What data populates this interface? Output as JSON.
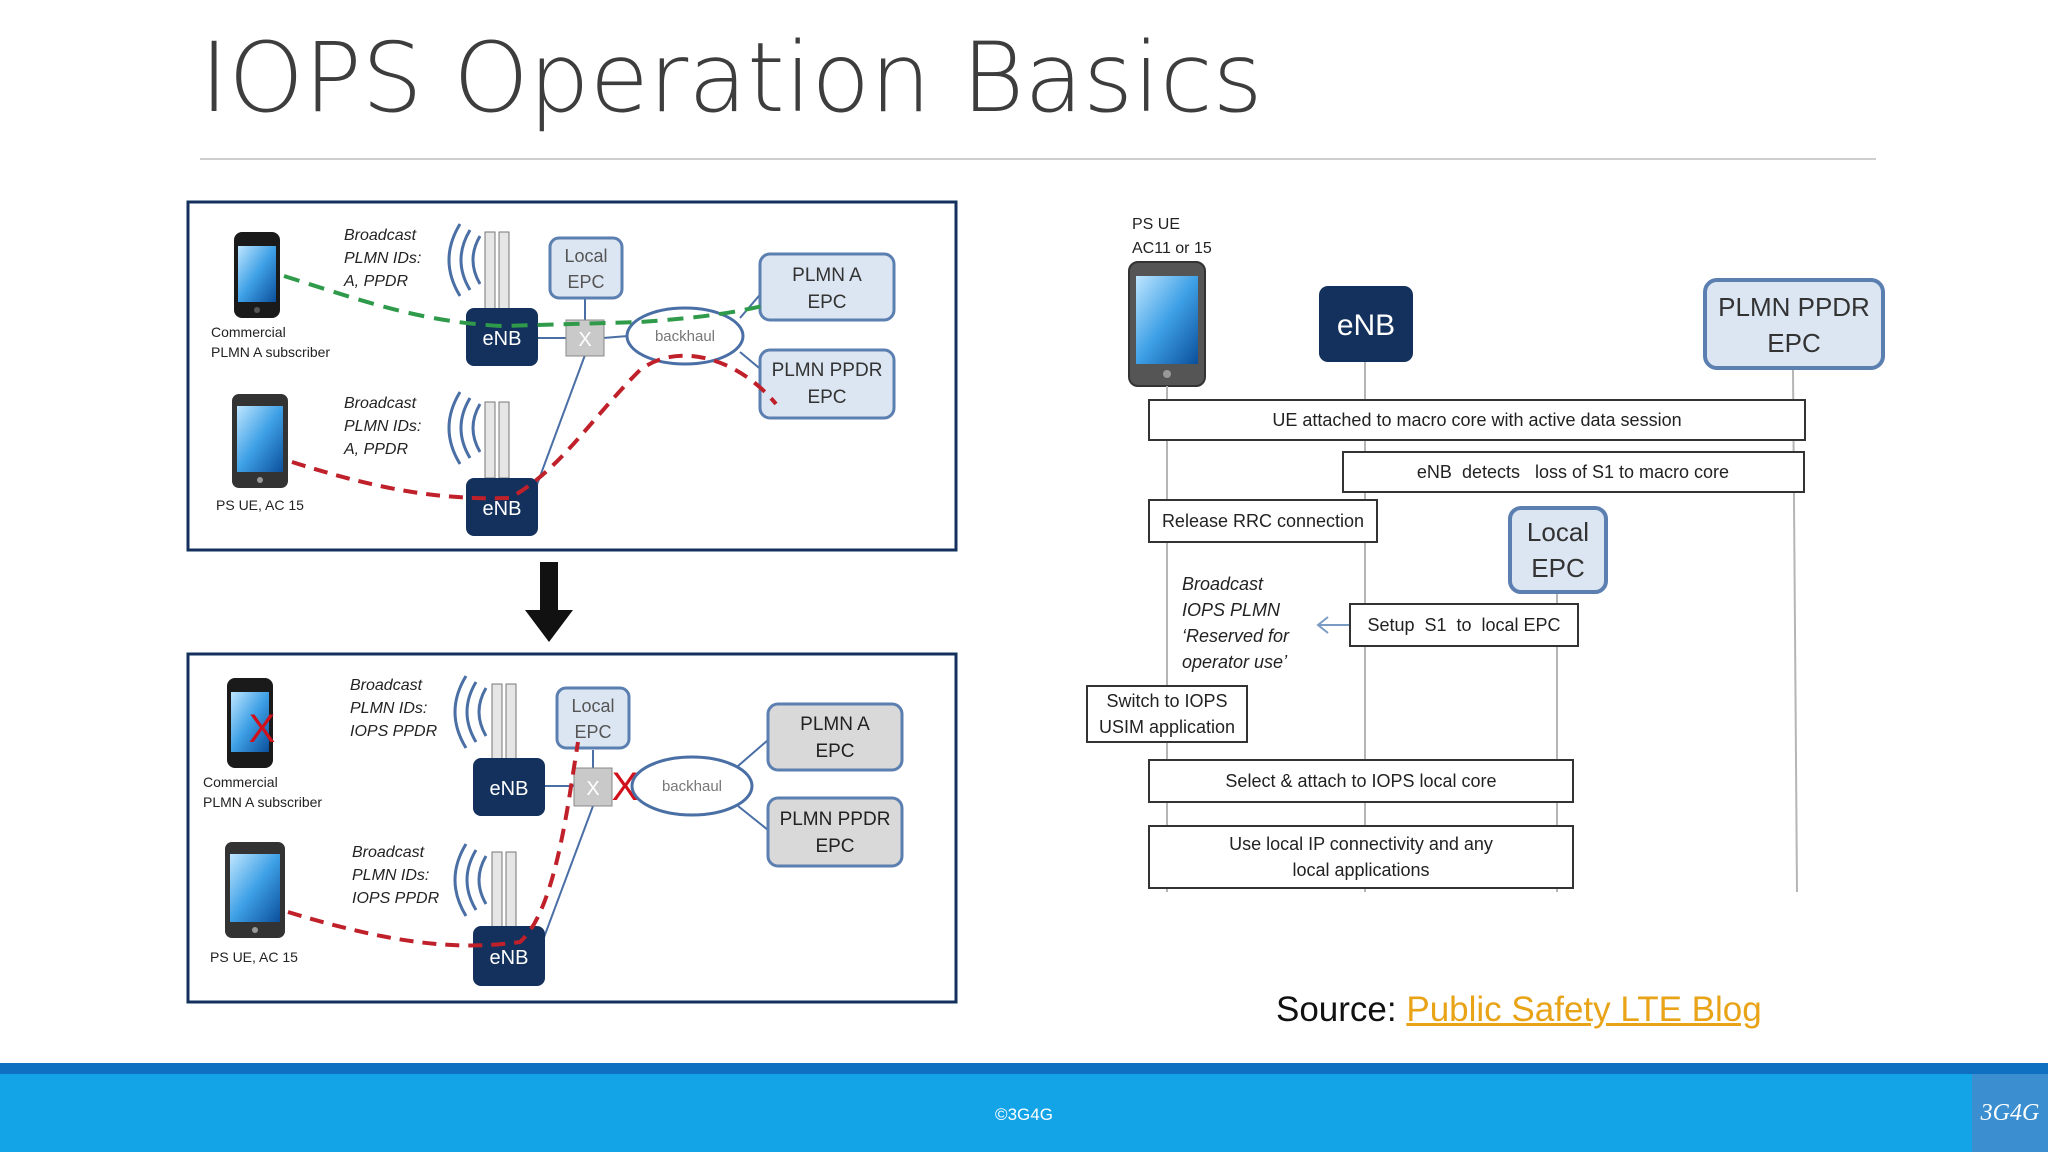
{
  "slide": {
    "title": "IOPS Operation Basics",
    "source_label": "Source: ",
    "source_link": "Public Safety LTE Blog",
    "copyright": "©3G4G",
    "logo": "3G4G"
  },
  "top_panel": {
    "broadcast_1": [
      "Broadcast",
      "PLMN IDs:",
      "A, PPDR"
    ],
    "broadcast_2": [
      "Broadcast",
      "PLMN IDs:",
      "A, PPDR"
    ],
    "phone_1": [
      "Commercial",
      "PLMN A subscriber"
    ],
    "phone_2": "PS UE, AC 15",
    "enb": "eNB",
    "local_epc": [
      "Local",
      "EPC"
    ],
    "x_mark": "X",
    "backhaul": "backhaul",
    "plmn_a": [
      "PLMN  A",
      "EPC"
    ],
    "plmn_ppdr": [
      "PLMN PPDR",
      "EPC"
    ]
  },
  "bottom_panel": {
    "broadcast_1": [
      "Broadcast",
      "PLMN IDs:",
      "IOPS PPDR"
    ],
    "broadcast_2": [
      "Broadcast",
      "PLMN IDs:",
      "IOPS PPDR"
    ],
    "phone_1": [
      "Commercial",
      "PLMN A subscriber"
    ],
    "phone_2": "PS UE, AC 15",
    "enb": "eNB",
    "local_epc": [
      "Local",
      "EPC"
    ],
    "x_mark": "X",
    "backhaul": "backhaul",
    "plmn_a": [
      "PLMN  A",
      "EPC"
    ],
    "plmn_ppdr": [
      "PLMN PPDR",
      "EPC"
    ]
  },
  "sequence": {
    "ue_label": [
      "PS UE",
      "AC11 or 15"
    ],
    "enb": "eNB",
    "plmn_ppdr": [
      "PLMN PPDR",
      "EPC"
    ],
    "local_epc": [
      "Local",
      "EPC"
    ],
    "msg_attached": "UE attached to macro core with active data session",
    "msg_detects": "eNB  detects   loss of S1 to macro core",
    "msg_release": "Release RRC connection",
    "broadcast_note": [
      "Broadcast",
      "IOPS PLMN",
      "‘Reserved  for",
      "operator use’"
    ],
    "msg_setup": "Setup  S1  to  local EPC",
    "msg_switch": [
      "Switch to IOPS",
      "USIM application"
    ],
    "msg_select": "Select & attach to IOPS local core",
    "msg_use": [
      "Use local IP connectivity and any",
      "local applications"
    ]
  },
  "colors": {
    "navy": "#13315c",
    "light_blue": "#dce6f2",
    "box_border": "#5b7fb0",
    "green_dash": "#2e9a4a",
    "red_dash": "#c0202a",
    "gray_box": "#d9d9d9",
    "footer": "#13a4e8"
  }
}
